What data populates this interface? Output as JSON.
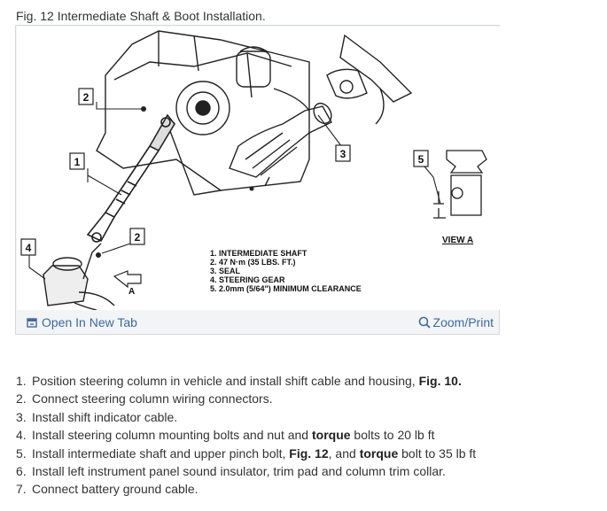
{
  "caption": "Fig. 12 Intermediate Shaft & Boot Installation.",
  "figure": {
    "callouts": [
      "2",
      "1",
      "3",
      "2",
      "4",
      "5"
    ],
    "arrow_label": "A",
    "view_label": "VIEW A",
    "legend": [
      "1.  INTERMEDIATE SHAFT",
      "2.  47 N·m (35 LBS. FT.)",
      "3.  SEAL",
      "4.  STEERING GEAR",
      "5.  2.0mm (5/64\") MINIMUM CLEARANCE"
    ],
    "open_new_tab": "Open In New Tab",
    "zoom_print": "Zoom/Print"
  },
  "steps": [
    {
      "num": "1.",
      "pre": "Position steering column in vehicle and install shift cable and housing, ",
      "bold": "Fig. 10.",
      "post": "",
      "bold2": "",
      "post2": ""
    },
    {
      "num": "2.",
      "pre": "Connect steering column wiring connectors.",
      "bold": "",
      "post": "",
      "bold2": "",
      "post2": ""
    },
    {
      "num": "3.",
      "pre": "Install shift indicator cable.",
      "bold": "",
      "post": "",
      "bold2": "",
      "post2": ""
    },
    {
      "num": "4.",
      "pre": "Install steering column mounting bolts and nut and ",
      "bold": "torque",
      "post": " bolts to 20 lb ft",
      "bold2": "",
      "post2": ""
    },
    {
      "num": "5.",
      "pre": "Install intermediate shaft and upper pinch bolt, ",
      "bold": "Fig. 12",
      "post": ", and ",
      "bold2": "torque",
      "post2": " bolt to 35 lb ft"
    },
    {
      "num": "6.",
      "pre": "Install left instrument panel sound insulator, trim pad and column trim collar.",
      "bold": "",
      "post": "",
      "bold2": "",
      "post2": ""
    },
    {
      "num": "7.",
      "pre": "Connect battery ground cable.",
      "bold": "",
      "post": "",
      "bold2": "",
      "post2": ""
    }
  ]
}
